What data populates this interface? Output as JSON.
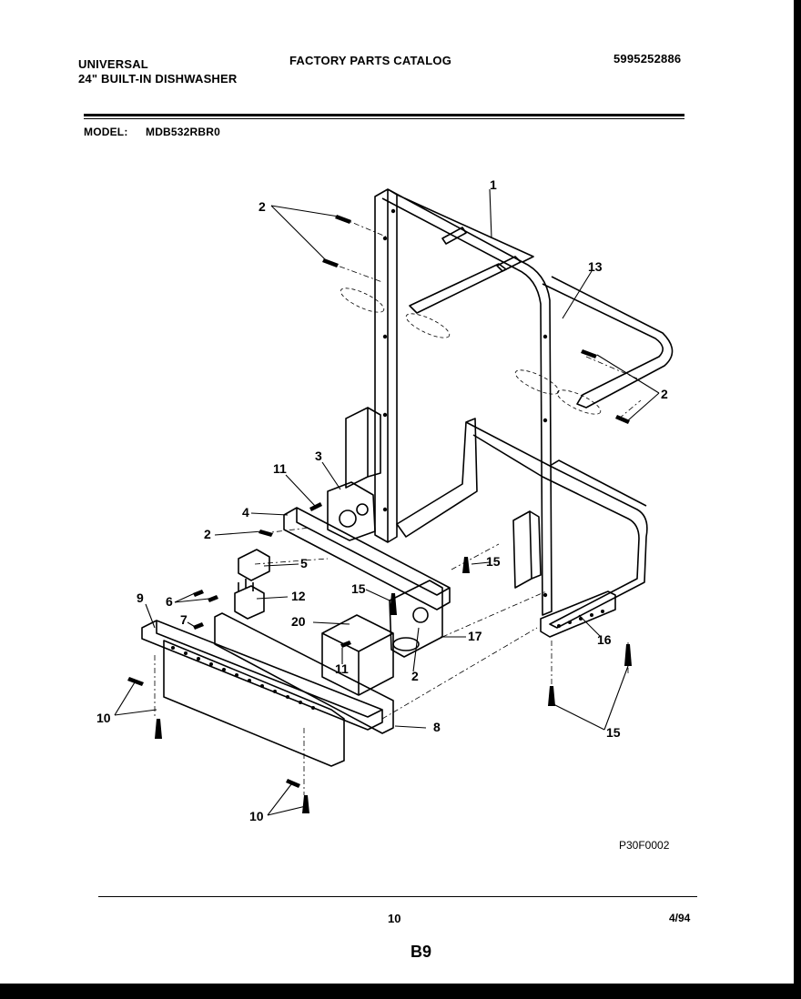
{
  "header": {
    "brand": "UNIVERSAL",
    "product": "24\" BUILT-IN DISHWASHER",
    "catalog_title": "FACTORY PARTS CATALOG",
    "catalog_number": "5995252886",
    "model_label": "MODEL:",
    "model_number": "MDB532RBR0"
  },
  "diagram": {
    "callouts": [
      "1",
      "2",
      "2",
      "2",
      "3",
      "4",
      "2",
      "5",
      "6",
      "7",
      "8",
      "9",
      "10",
      "10",
      "11",
      "11",
      "12",
      "13",
      "15",
      "15",
      "15",
      "16",
      "17",
      "20",
      "2"
    ],
    "figure_code": "P30F0002"
  },
  "footer": {
    "page_number": "10",
    "date": "4/94",
    "section": "B9"
  }
}
